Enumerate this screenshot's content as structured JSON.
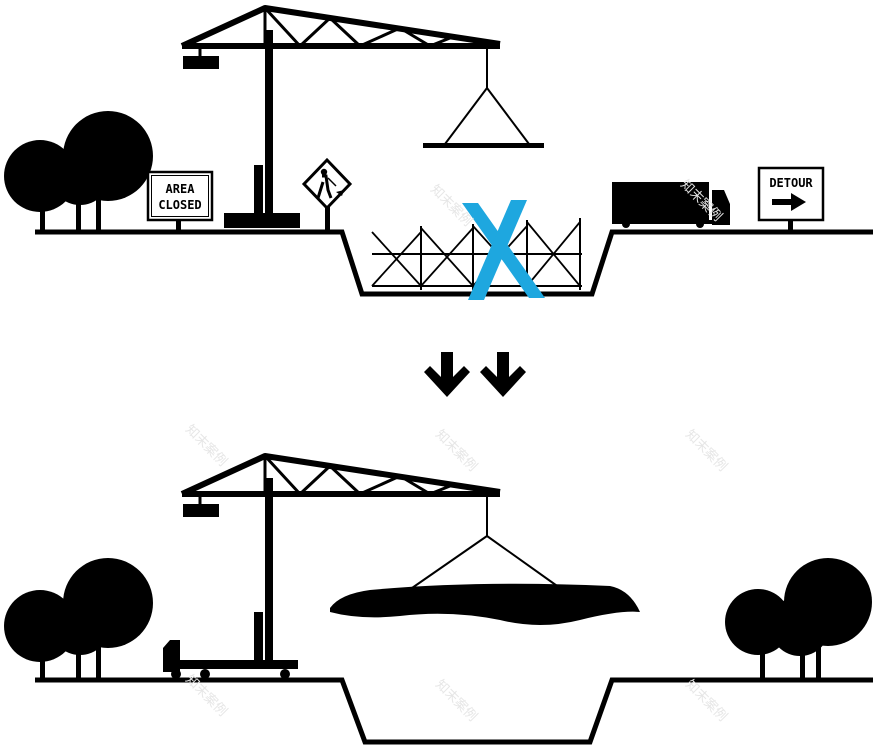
{
  "signs": {
    "area_closed_line1": "AREA",
    "area_closed_line2": "CLOSED",
    "detour": "DETOUR"
  },
  "watermarks": [
    "知末案例",
    "知末案例",
    "知末案例",
    "知末案例",
    "知末案例",
    "知末案例",
    "知末案例",
    "知末案例"
  ],
  "colors": {
    "ink": "#000000",
    "cross_mark": "#1ea7df",
    "background": "#ffffff"
  },
  "icons": {
    "transition": "double-down-arrow-icon",
    "worker_sign": "road-work-sign-icon",
    "detour_arrow": "right-arrow-icon"
  }
}
